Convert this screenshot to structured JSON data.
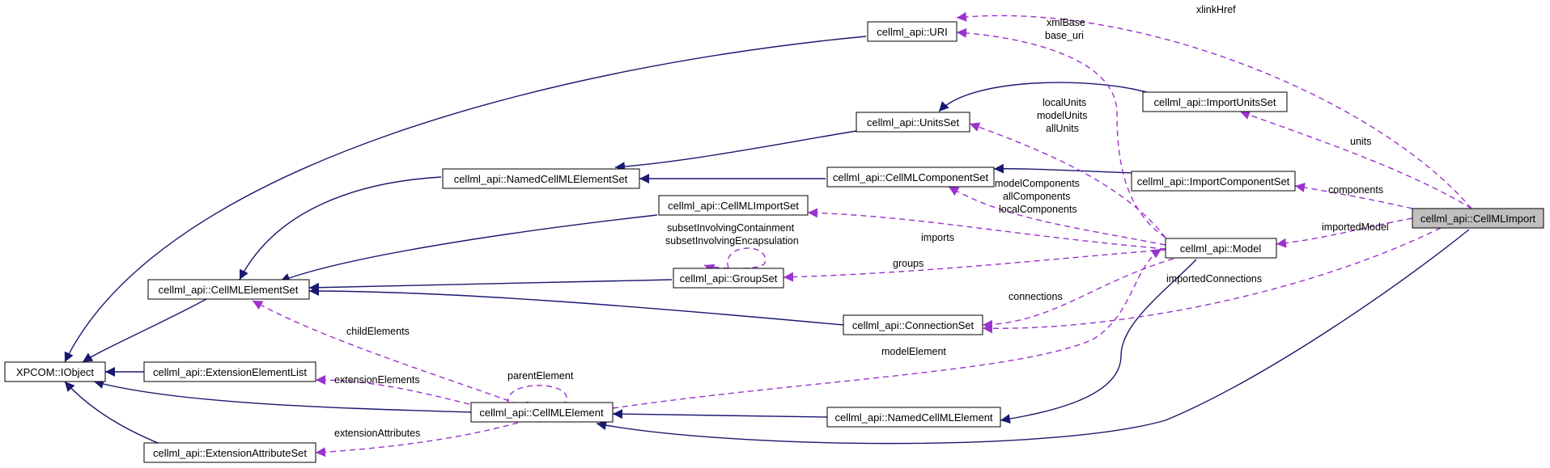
{
  "nodes": {
    "ixpcom": "XPCOM::IObject",
    "uri": "cellml_api::URI",
    "unitsset": "cellml_api::UnitsSet",
    "namedset": "cellml_api::NamedCellMLElementSet",
    "compset": "cellml_api::CellMLComponentSet",
    "importset": "cellml_api::CellMLImportSet",
    "groupset": "cellml_api::GroupSet",
    "elemset": "cellml_api::CellMLElementSet",
    "connset": "cellml_api::ConnectionSet",
    "extlist": "cellml_api::ExtensionElementList",
    "element": "cellml_api::CellMLElement",
    "extattr": "cellml_api::ExtensionAttributeSet",
    "namedelem": "cellml_api::NamedCellMLElement",
    "impunits": "cellml_api::ImportUnitsSet",
    "impcomp": "cellml_api::ImportComponentSet",
    "model": "cellml_api::Model",
    "cellmlimport": "cellml_api::CellMLImport"
  },
  "edge_labels": {
    "xlinkHref": "xlinkHref",
    "xmlBase": "xmlBase",
    "base_uri": "base_uri",
    "localUnits": "localUnits",
    "modelUnits": "modelUnits",
    "allUnits": "allUnits",
    "units": "units",
    "modelComponents": "modelComponents",
    "allComponents": "allComponents",
    "localComponents": "localComponents",
    "components": "components",
    "imports": "imports",
    "importedModel": "importedModel",
    "subsetInvolvingContainment": "subsetInvolvingContainment",
    "subsetInvolvingEncapsulation": "subsetInvolvingEncapsulation",
    "groups": "groups",
    "connections": "connections",
    "importedConnections": "importedConnections",
    "childElements": "childElements",
    "modelElement": "modelElement",
    "parentElement": "parentElement",
    "extensionElements": "extensionElements",
    "extensionAttributes": "extensionAttributes"
  },
  "colors": {
    "inheritance": "#191970",
    "usage": "#9a32cd",
    "focus_fill": "#bfbfbf"
  }
}
